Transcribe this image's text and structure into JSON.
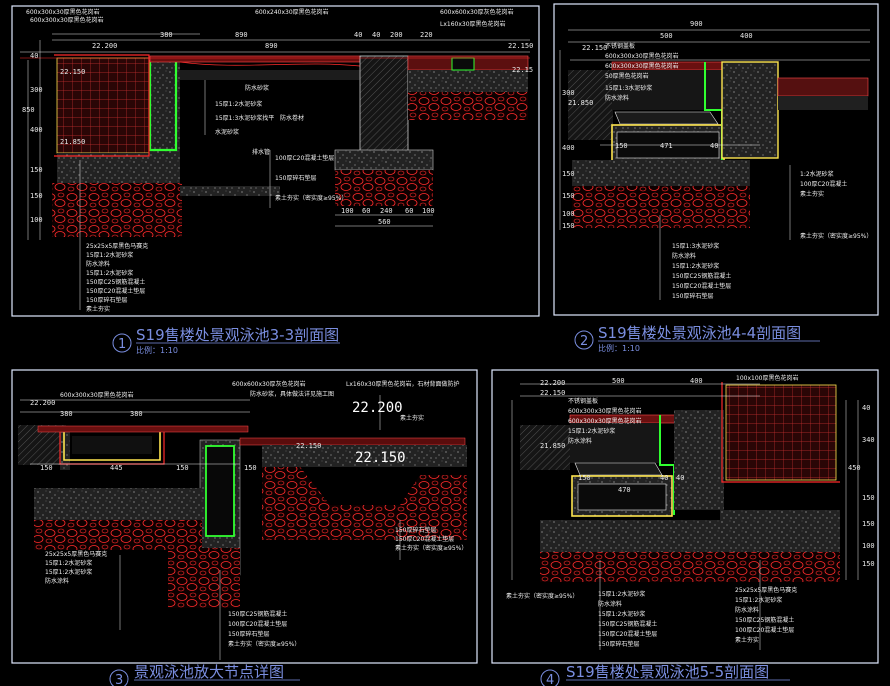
{
  "colors": {
    "frame": "#dfe8ff",
    "green": "#30ff30",
    "red": "#ff2a2a",
    "yellow": "#ffe650",
    "white": "#e8e8e8",
    "blue": "#7a8ee0",
    "cyan": "#34c8ff"
  },
  "panels": [
    {
      "number": "1",
      "title": "S19售楼处景观泳池3-3剖面图",
      "scale": "比例：1:10",
      "levels": [
        "22.200",
        "22.150",
        "22.15",
        "22.150",
        "21.850"
      ],
      "dims_top": [
        "380",
        "890",
        "890",
        "40",
        "40",
        "200",
        "220"
      ],
      "dims_side": [
        "40",
        "300",
        "850",
        "400",
        "150",
        "150",
        "100"
      ],
      "dims_bottom": [
        "100",
        "60",
        "240",
        "60",
        "100",
        "560"
      ],
      "callouts_top": [
        "600x300x30厚黑色花岗岩",
        "600x300x30厚黑色花岗岩",
        "600x240x30厚黑色花岗岩",
        "600x600x30厚灰色花岗岩",
        "Lx160x30厚黑色花岗岩"
      ],
      "callouts_mid": [
        "防水砂浆",
        "15厚1:2水泥砂浆",
        "15厚1:3水泥砂浆找平",
        "水泥砂浆",
        "排水管",
        "防水卷材",
        "100厚C20混凝土垫层",
        "150厚碎石垫层",
        "素土夯实（密实度≥95%）"
      ],
      "callouts_bottom": [
        "25x25x5厚黑色马赛克",
        "15厚1:2水泥砂浆",
        "防水涂料",
        "15厚1:2水泥砂浆",
        "150厚C25钢筋混凝土",
        "150厚C20混凝土垫层",
        "150厚碎石垫层",
        "素土夯实"
      ]
    },
    {
      "number": "2",
      "title": "S19售楼处景观泳池4-4剖面图",
      "scale": "比例：1:10",
      "levels": [
        "22.150",
        "21.850"
      ],
      "dims_top": [
        "900",
        "500",
        "400"
      ],
      "dims_mid": [
        "150",
        "471",
        "40"
      ],
      "dims_side": [
        "300",
        "400",
        "150",
        "150",
        "100",
        "150"
      ],
      "callouts_top": [
        "不锈钢盖板",
        "600x300x30厚黑色花岗岩",
        "600x300x30厚黑色花岗岩",
        "50厚黑色花岗岩"
      ],
      "callouts_mid": [
        "15厚1:3水泥砂浆",
        "防水涂料",
        "1:2水泥砂浆",
        "100厚C20混凝土",
        "素土夯实"
      ],
      "callouts_bottom": [
        "15厚1:3水泥砂浆",
        "防水涂料",
        "15厚1:2水泥砂浆",
        "150厚C25钢筋混凝土",
        "150厚C20混凝土垫层",
        "150厚碎石垫层",
        "素土夯实（密实度≥95%）"
      ]
    },
    {
      "number": "3",
      "title": "景观泳池放大节点详图",
      "levels": [
        "22.200",
        "22.150"
      ],
      "big_level": "22.150",
      "dims_top": [
        "380",
        "380"
      ],
      "dims_mid": [
        "150",
        "445",
        "150",
        "150"
      ],
      "callouts_top": [
        "600x300x30厚黑色花岗岩",
        "Lx160x30厚黑色花岗岩，石材背面做防护",
        "600x600x30厚灰色花岗岩",
        "防水砂浆，具体做法详见施工图",
        "素土夯实"
      ],
      "callouts_mid": [
        "150厚碎石垫层",
        "150厚C20混凝土垫层",
        "素土夯实（密实度≥95%）"
      ],
      "callouts_bottom": [
        "25x25x5厚黑色马赛克",
        "15厚1:2水泥砂浆",
        "15厚1:2水泥砂浆",
        "防水涂料",
        "150厚C25钢筋混凝土",
        "100厚C20混凝土垫层",
        "150厚碎石垫层",
        "素土夯实（密实度≥95%）"
      ]
    },
    {
      "number": "4",
      "title": "S19售楼处景观泳池5-5剖面图",
      "levels": [
        "22.200",
        "22.150",
        "21.850"
      ],
      "dims_top": [
        "500",
        "400"
      ],
      "dims_mid": [
        "150",
        "470",
        "40",
        "40"
      ],
      "dims_side": [
        "40",
        "340",
        "450",
        "150",
        "150",
        "100",
        "150"
      ],
      "callouts_top": [
        "不锈钢盖板",
        "600x300x30厚黑色花岗岩",
        "600x300x30厚黑色花岗岩",
        "100x100厚黑色花岗岩"
      ],
      "callouts_mid": [
        "15厚1:2水泥砂浆",
        "防水涂料"
      ],
      "callouts_bottom": [
        "15厚1:2水泥砂浆",
        "防水涂料",
        "15厚1:2水泥砂浆",
        "150厚C25钢筋混凝土",
        "150厚C20混凝土垫层",
        "150厚碎石垫层",
        "素土夯实（密实度≥95%）"
      ],
      "callouts_right": [
        "25x25x5厚黑色马赛克",
        "15厚1:2水泥砂浆",
        "防水涂料",
        "150厚C25钢筋混凝土",
        "100厚C20混凝土垫层",
        "素土夯实"
      ]
    }
  ]
}
